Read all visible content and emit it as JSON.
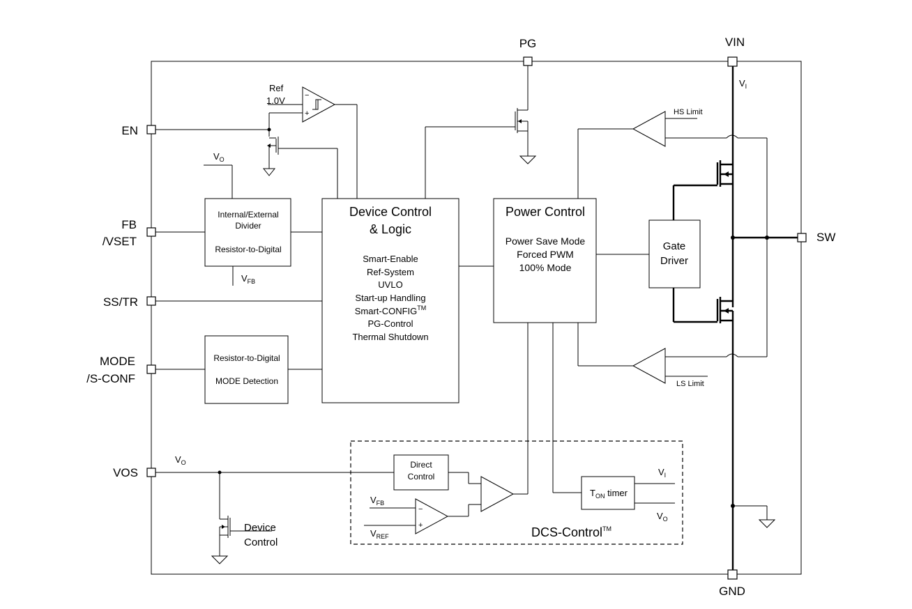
{
  "pins": {
    "pg": "PG",
    "vin": "VIN",
    "en": "EN",
    "fb": "FB",
    "vset": "/VSET",
    "sstr": "SS/TR",
    "mode": "MODE",
    "sconf": "/S-CONF",
    "vos": "VOS",
    "sw": "SW",
    "gnd": "GND"
  },
  "enable_comparator": {
    "ref": "Ref",
    "ref_voltage": "1.0V",
    "minus": "−",
    "plus": "+"
  },
  "divider_block": {
    "vo_label": "V",
    "vo_sub": "O",
    "line1": "Internal/External",
    "line2": "Divider",
    "line3": "Resistor-to-Digital",
    "vfb_label": "V",
    "vfb_sub": "FB"
  },
  "mode_block": {
    "line1": "Resistor-to-Digital",
    "line2": "MODE Detection"
  },
  "device_control": {
    "title1": "Device Control",
    "title2": "& Logic",
    "items": [
      "Smart-Enable",
      "Ref-System",
      "UVLO",
      "Start-up Handling",
      "Smart-CONFIG",
      "PG-Control",
      "Thermal Shutdown"
    ],
    "tm": "TM"
  },
  "power_control": {
    "title": "Power Control",
    "items": [
      "Power Save Mode",
      "Forced PWM",
      "100% Mode"
    ]
  },
  "gate_driver": {
    "line1": "Gate",
    "line2": "Driver"
  },
  "current_limits": {
    "hs": "HS Limit",
    "ls": "LS Limit",
    "vi_label": "V",
    "vi_sub": "I"
  },
  "vos_section": {
    "vo_label": "V",
    "vo_sub": "O",
    "device": "Device",
    "control": "Control"
  },
  "dcs": {
    "direct1": "Direct",
    "direct2": "Control",
    "vfb_label": "V",
    "vfb_sub": "FB",
    "vref_label": "V",
    "vref_sub": "REF",
    "minus": "−",
    "plus": "+",
    "ton_label": "T",
    "ton_sub": "ON",
    "ton_rest": " timer",
    "vi_label": "V",
    "vi_sub": "I",
    "vo_label": "V",
    "vo_sub": "O",
    "title": "DCS-Control",
    "tm": "TM"
  }
}
